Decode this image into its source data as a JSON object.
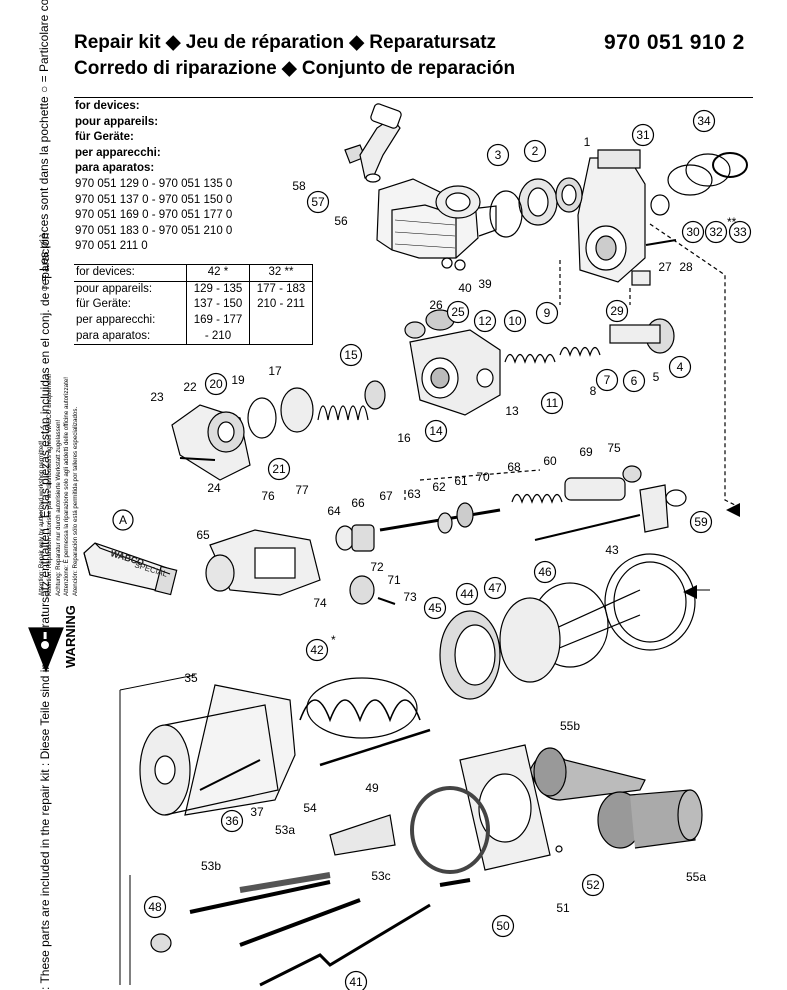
{
  "header": {
    "title_line1": "Repair kit ◆ Jeu de réparation ◆  Reparatursatz",
    "title_line2": "Corredo di riparazione ◆ Conjunto de reparación",
    "part_number": "970 051 910 2"
  },
  "devices": {
    "labels": [
      "for devices:",
      "pour appareils:",
      "für Geräte:",
      "per apparecchi:",
      "para aparatos:"
    ],
    "ranges": [
      "970 051 129 0 - 970 051 135 0",
      "970 051 137 0 - 970 051 150 0",
      "970 051 169 0 - 970 051 177 0",
      "970 051 183 0 - 970 051 210 0",
      "970 051 211 0"
    ]
  },
  "device_table": {
    "col_a": "42 *",
    "col_b": "32 **",
    "rows": [
      {
        "label": "for devices:",
        "a": "",
        "b": ""
      },
      {
        "label": "pour appareils:",
        "a": "129 - 135",
        "b": "177 - 183"
      },
      {
        "label": "für Geräte:",
        "a": "137 - 150",
        "b": "210 - 211"
      },
      {
        "label": "per apparecchi:",
        "a": "169 - 177",
        "b": ""
      },
      {
        "label": "para aparatos:",
        "a": "- 210",
        "b": ""
      }
    ]
  },
  "side_notes": {
    "included_fr_it": "○ = Les pièces sont dans la pochette  ○ = Particolare contenuto nel corredo",
    "included_en_de_es": ": These parts are included in the repair kit  : Diese Teile sind im Reparatursatz enthalten  : Estas piezas están incluidas en el conj. de reparación",
    "attention_lines": [
      "Attention: Repair only by authorized workshop permitted!",
      "Attention: Réparation autorisée par les distributeurs agréés WABCO uniquement!",
      "Achtung: Reparatur nur durch autorisierte Werkstatt zugelassen!",
      "Attenzione: È permessa la riparazione solo agli addetti delle officine autorizzate!",
      "Atención: Reparación sólo está permitida por talleres especializados."
    ],
    "warning": "WARNING"
  },
  "grease_tube": {
    "callout": "A",
    "brand": "WABCO",
    "label": "SPECIAL"
  },
  "callouts": [
    "1",
    "2",
    "3",
    "4",
    "5",
    "6",
    "7",
    "8",
    "9",
    "10",
    "11",
    "12",
    "13",
    "14",
    "15",
    "16",
    "17",
    "19",
    "20",
    "21",
    "22",
    "23",
    "24",
    "25",
    "26",
    "27",
    "28",
    "29",
    "30",
    "31",
    "32",
    "33",
    "34",
    "35",
    "36",
    "37",
    "39",
    "40",
    "41",
    "42",
    "43",
    "44",
    "45",
    "46",
    "47",
    "48",
    "49",
    "50",
    "51",
    "52",
    "53a",
    "53b",
    "53c",
    "54",
    "55a",
    "55b",
    "56",
    "57",
    "58",
    "59",
    "60",
    "61",
    "62",
    "63",
    "64",
    "65",
    "66",
    "67",
    "68",
    "69",
    "70",
    "71",
    "72",
    "73",
    "74",
    "75",
    "76",
    "77"
  ],
  "markers": {
    "star1": "*",
    "star2": "**"
  }
}
